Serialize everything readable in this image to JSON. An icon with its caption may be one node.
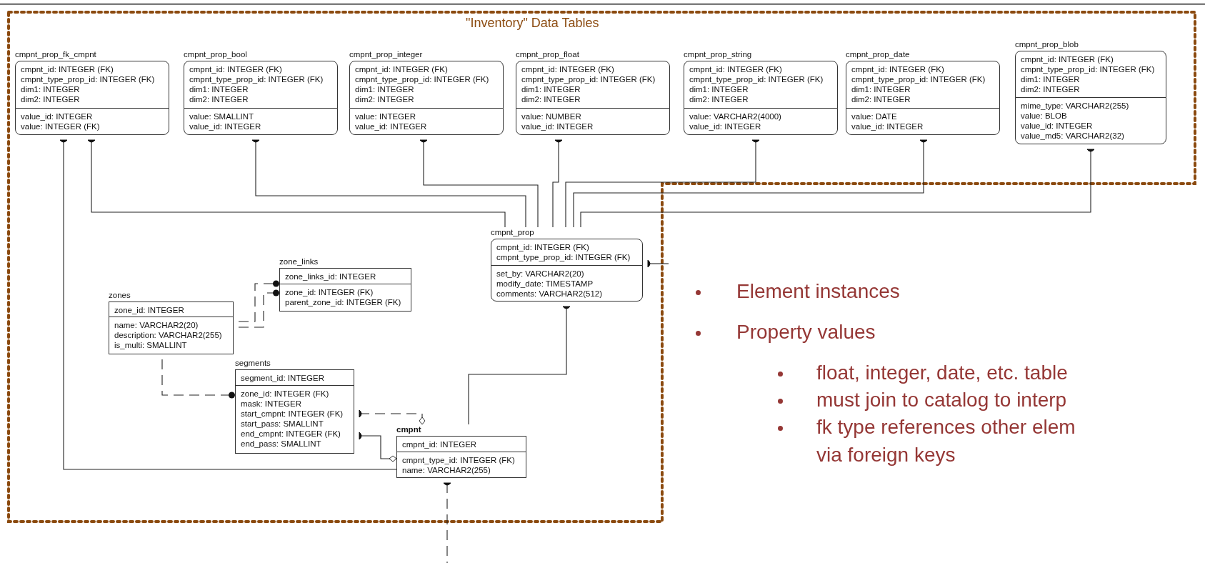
{
  "diagram": {
    "nodes": [
      {
        "text": [
          "\"Inventory\" Data Tables"
        ]
      },
      {
        "text": [
          "cmpnt_prop_fk_cmpnt"
        ],
        "in": 0
      },
      {
        "text": [
          "cmpnt_id: INTEGER (FK)",
          "cmpnt_type_prop_id: INTEGER (FK)",
          "dim1: INTEGER",
          "dim2: INTEGER"
        ],
        "in": 1
      },
      {
        "text": [
          "value_id: INTEGER",
          "value: INTEGER (FK)"
        ],
        "in": 1
      },
      {
        "text": [
          "cmpnt_prop_bool"
        ],
        "in": 0
      },
      {
        "text": [
          "cmpnt_id: INTEGER (FK)",
          "cmpnt_type_prop_id: INTEGER (FK)",
          "dim1: INTEGER",
          "dim2: INTEGER"
        ],
        "in": 4
      },
      {
        "text": [
          "value: SMALLINT",
          "value_id: INTEGER"
        ],
        "in": 4
      },
      {
        "text": [
          "cmpnt_prop_integer"
        ],
        "in": 0
      },
      {
        "text": [
          "cmpnt_id: INTEGER (FK)",
          "cmpnt_type_prop_id: INTEGER (FK)",
          "dim1: INTEGER",
          "dim2: INTEGER"
        ],
        "in": 7
      },
      {
        "text": [
          "value: INTEGER",
          "value_id: INTEGER"
        ],
        "in": 7
      },
      {
        "text": [
          "cmpnt_prop_float"
        ],
        "in": 0
      },
      {
        "text": [
          "cmpnt_id: INTEGER (FK)",
          "cmpnt_type_prop_id: INTEGER (FK)",
          "dim1: INTEGER",
          "dim2: INTEGER"
        ],
        "in": 10
      },
      {
        "text": [
          "value: NUMBER",
          "value_id: INTEGER"
        ],
        "in": 10
      },
      {
        "text": [
          "cmpnt_prop_string"
        ],
        "in": 0
      },
      {
        "text": [
          "cmpnt_id: INTEGER (FK)",
          "cmpnt_type_prop_id: INTEGER (FK)",
          "dim1: INTEGER",
          "dim2: INTEGER"
        ],
        "in": 13
      },
      {
        "text": [
          "value: VARCHAR2(4000)",
          "value_id: INTEGER"
        ],
        "in": 13
      },
      {
        "text": [
          "cmpnt_prop_date"
        ],
        "in": 0
      },
      {
        "text": [
          "cmpnt_id: INTEGER (FK)",
          "cmpnt_type_prop_id: INTEGER (FK)",
          "dim1: INTEGER",
          "dim2: INTEGER"
        ],
        "in": 16
      },
      {
        "text": [
          "value: DATE",
          "value_id: INTEGER"
        ],
        "in": 16
      },
      {
        "text": [
          "cmpnt_prop_blob"
        ],
        "in": 0
      },
      {
        "text": [
          "cmpnt_id: INTEGER (FK)",
          "cmpnt_type_prop_id: INTEGER (FK)",
          "dim1: INTEGER",
          "dim2: INTEGER"
        ],
        "in": 19
      },
      {
        "text": [
          "mime_type: VARCHAR2(255)",
          "value: BLOB",
          "value_id: INTEGER",
          "value_md5: VARCHAR2(32)"
        ],
        "in": 19
      },
      {
        "text": [
          "cmpnt_prop"
        ],
        "in": 0
      },
      {
        "text": [
          "cmpnt_id: INTEGER (FK)",
          "cmpnt_type_prop_id: INTEGER (FK)"
        ],
        "in": 22
      },
      {
        "text": [
          "set_by: VARCHAR2(20)",
          "modify_date: TIMESTAMP",
          "comments: VARCHAR2(512)"
        ],
        "in": 22
      },
      {
        "text": [
          "zone_links"
        ],
        "in": 0
      },
      {
        "text": [
          "zone_links_id: INTEGER"
        ],
        "in": 25
      },
      {
        "text": [
          "zone_id: INTEGER (FK)",
          "parent_zone_id: INTEGER (FK)"
        ],
        "in": 25
      },
      {
        "text": [
          "zones"
        ],
        "in": 0
      },
      {
        "text": [
          "zone_id: INTEGER"
        ],
        "in": 28
      },
      {
        "text": [
          "name: VARCHAR2(20)",
          "description: VARCHAR2(255)",
          "is_multi: SMALLINT"
        ],
        "in": 28
      },
      {
        "text": [
          "segments"
        ],
        "in": 0
      },
      {
        "text": [
          "segment_id: INTEGER"
        ],
        "in": 31
      },
      {
        "text": [
          "zone_id: INTEGER (FK)",
          "mask: INTEGER",
          "start_cmpnt: INTEGER (FK)",
          "start_pass: SMALLINT",
          "end_cmpnt: INTEGER (FK)",
          "end_pass: SMALLINT"
        ],
        "in": 31
      },
      {
        "text": [
          "cmpnt"
        ],
        "in": 0
      },
      {
        "text": [
          "cmpnt_id: INTEGER"
        ],
        "in": 34
      },
      {
        "text": [
          "cmpnt_type_id: INTEGER (FK)",
          "name: VARCHAR2(255)"
        ],
        "in": 34
      }
    ],
    "edges": [
      {
        "from": 1,
        "to": 22,
        "arrow": "other"
      },
      {
        "from": 1,
        "to": 34,
        "arrow": "other"
      },
      {
        "from": 4,
        "to": 22,
        "arrow": "other"
      },
      {
        "from": 7,
        "to": 22,
        "arrow": "other"
      },
      {
        "from": 10,
        "to": 22,
        "arrow": "other"
      },
      {
        "from": 13,
        "to": 22,
        "arrow": "other"
      },
      {
        "from": 16,
        "to": 22,
        "arrow": "other"
      },
      {
        "from": 19,
        "to": 22,
        "arrow": "other"
      },
      {
        "from": 22,
        "to": null,
        "arrow": "other"
      },
      {
        "from": 22,
        "to": 34,
        "arrow": "other"
      },
      {
        "from": 34,
        "to": null,
        "arrow": "other",
        "style": "dashed"
      },
      {
        "from": 28,
        "to": 25,
        "arrow": "other",
        "style": "dashed"
      },
      {
        "from": 28,
        "to": 25,
        "arrow": "other",
        "style": "dashed"
      },
      {
        "from": 28,
        "to": 31,
        "arrow": "other",
        "style": "dashed"
      },
      {
        "from": 31,
        "to": 34,
        "arrow": "other",
        "style": "dashed"
      },
      {
        "from": 31,
        "to": 34,
        "arrow": "other"
      }
    ],
    "labels": [
      "Element instances",
      "Property values",
      "float, integer, date, etc. table",
      "must join to catalog to interp",
      "fk type references other elem",
      "via foreign keys"
    ]
  }
}
